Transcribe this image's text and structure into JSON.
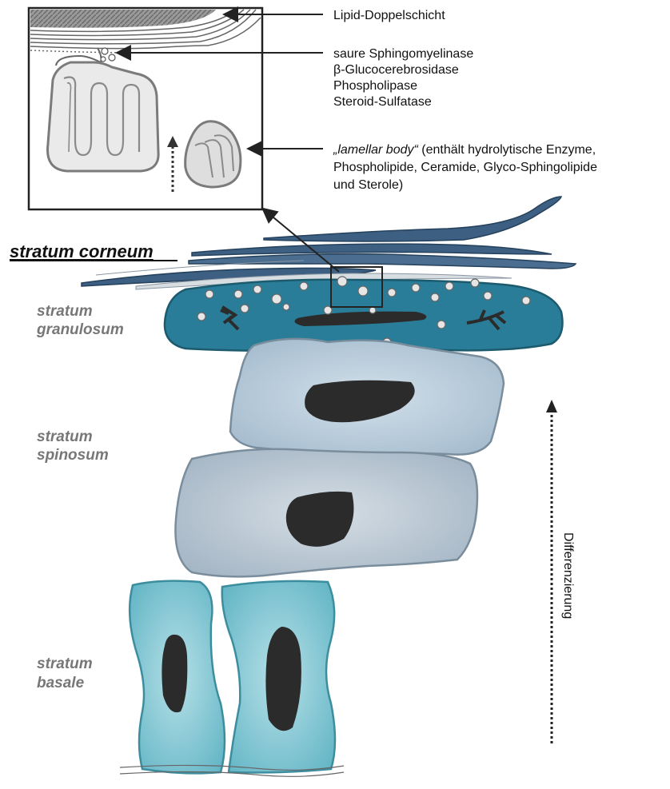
{
  "annotations": {
    "lipid_bilayer": "Lipid-Doppelschicht",
    "enzymes": [
      "saure Sphingomyelinase",
      "β-Glucocerebrosidase",
      "Phospholipase",
      "Steroid-Sulfatase"
    ],
    "lamellar_body_line1_term": "„lamellar body“",
    "lamellar_body_line1_rest": " (enthält hydrolytische Enzyme,",
    "lamellar_body_line2": "Phospholipide, Ceramide, Glyco-Sphingolipide",
    "lamellar_body_line3": "und Sterole)"
  },
  "layers": {
    "corneum": "stratum corneum",
    "granulosum": [
      "stratum",
      "granulosum"
    ],
    "spinosum": [
      "stratum",
      "spinosum"
    ],
    "basale": [
      "stratum",
      "basale"
    ]
  },
  "differentiation_label": "Differenzierung",
  "colors": {
    "granulosum_cell": "#2a7d98",
    "corneum_flat": "#3d5f82",
    "spinosum_cell": "#a9c1d3",
    "spinosum_cell_lower": "#a7b8c6",
    "basale_cell": "#6dbccb",
    "nucleus": "#2b2b2b",
    "inset_gray": "#d4d4d4"
  }
}
